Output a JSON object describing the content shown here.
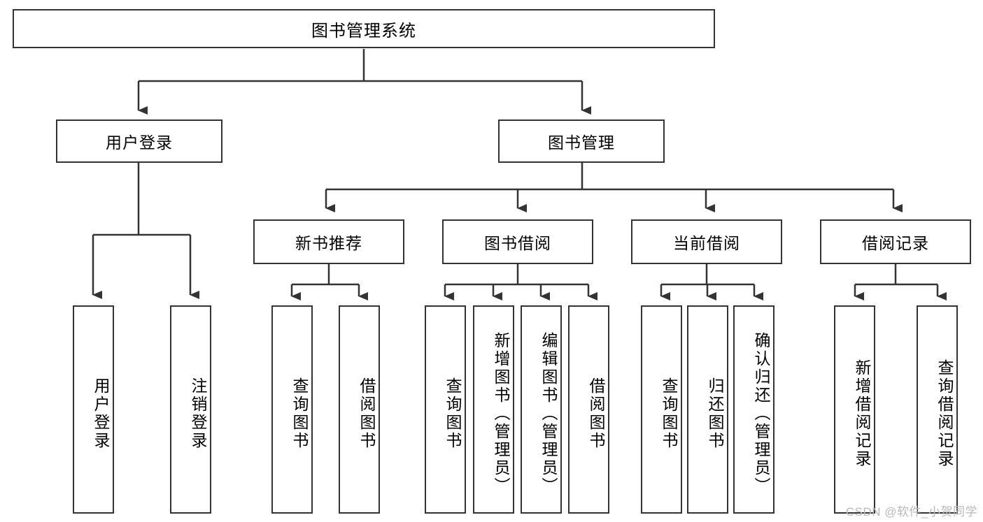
{
  "diagram": {
    "title": "图书管理系统",
    "type": "tree-hierarchy-diagram",
    "colors": {
      "box_border": "#333333",
      "box_fill": "#ffffff",
      "connector": "#333333",
      "watermark": "#b9b9b9",
      "background": "#ffffff"
    },
    "root": {
      "label": "图书管理系统"
    },
    "level2": [
      {
        "label": "用户登录"
      },
      {
        "label": "图书管理"
      }
    ],
    "level3": [
      {
        "label": "新书推荐"
      },
      {
        "label": "图书借阅"
      },
      {
        "label": "当前借阅"
      },
      {
        "label": "借阅记录"
      }
    ],
    "leaves": {
      "user_login": [
        {
          "label": "用户登录"
        },
        {
          "label": "注销登录"
        }
      ],
      "new_book_recommend": [
        {
          "label": "查询图书"
        },
        {
          "label": "借阅图书"
        }
      ],
      "book_borrow": [
        {
          "label": "查询图书"
        },
        {
          "label": "新增图书（管理员）"
        },
        {
          "label": "编辑图书（管理员）"
        },
        {
          "label": "借阅图书"
        }
      ],
      "current_borrow": [
        {
          "label": "查询图书"
        },
        {
          "label": "归还图书"
        },
        {
          "label": "确认归还（管理员）"
        }
      ],
      "borrow_record": [
        {
          "label": "新增借阅记录"
        },
        {
          "label": "查询借阅记录"
        }
      ]
    },
    "watermark": "CSDN @软件_小贺同学"
  }
}
